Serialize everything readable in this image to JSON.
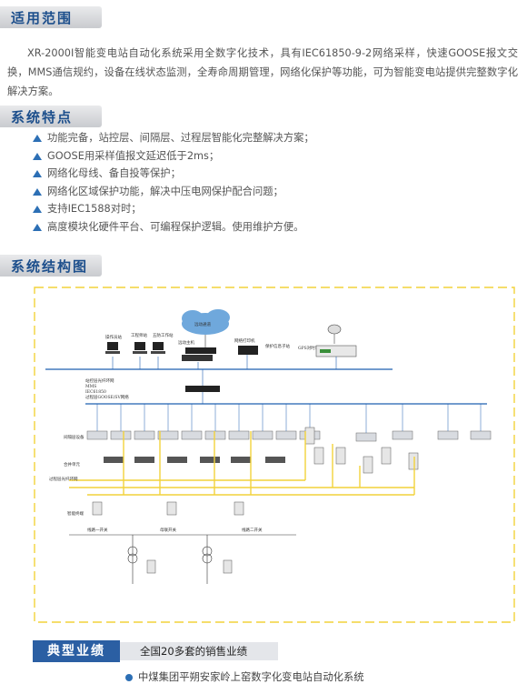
{
  "sections": {
    "scope_title": "适用范围",
    "features_title": "系统特点",
    "structure_title": "系统结构图",
    "performance_title": "典型业绩"
  },
  "intro": "XR-2000I智能变电站自动化系统采用全数字化技术，具有IEC61850-9-2网络采样，快速GOOSE报文交换，MMS通信规约，设备在线状态监测，全寿命周期管理，网络化保护等功能，可为智能变电站提供完整数字化解决方案。",
  "features": [
    "功能完备，站控层、间隔层、过程层智能化完整解决方案；",
    "GOOSE用采样值报文延迟低于2ms；",
    "网络化母线、备自投等保护；",
    "网络化区域保护功能，解决中压电网保护配合问题；",
    "支持IEC1588对时；",
    "高度模块化硬件平台、可编程保护逻辑。使用维护方便。"
  ],
  "diagram": {
    "cloud_label": "远动通道",
    "station_labels": [
      "操作员站",
      "工程师站",
      "五防工作站",
      "远动主机",
      "网络打印机",
      "保护信息子站",
      "GPS对时装置"
    ],
    "network_labels": [
      "站控层光纤环网",
      "MMS",
      "IEC61850",
      "过程层GOOSE/SV网络"
    ],
    "left_labels": [
      "间隔层设备",
      "合并单元",
      "过程层光纤环网",
      "智能终端"
    ],
    "bottom_labels": [
      "线路一开关",
      "母联开关",
      "线路二开关"
    ]
  },
  "performance": {
    "subtitle": "全国20多套的销售业绩",
    "first_item": "中煤集团平朔安家岭上窑数字化变电站自动化系统"
  },
  "colors": {
    "accent_blue": "#2c6fb5",
    "header_text": "#1d4f8c",
    "network_blue": "#1f5fb0",
    "goose_yellow": "#f2d23a"
  }
}
